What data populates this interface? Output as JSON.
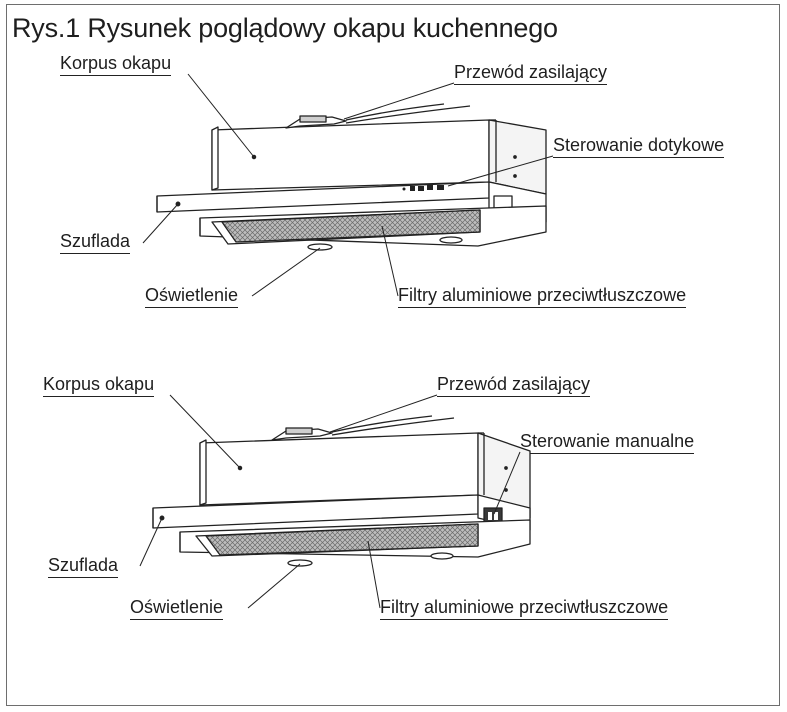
{
  "title": "Rys.1 Rysunek poglądowy okapu kuchennego",
  "diagrams": [
    {
      "labels": {
        "body": "Korpus okapu",
        "cable": "Przewód zasilający",
        "control": "Sterowanie dotykowe",
        "drawer": "Szuflada",
        "lighting": "Oświetlenie",
        "filters": "Filtry aluminiowe przeciwtłuszczowe"
      }
    },
    {
      "labels": {
        "body": "Korpus okapu",
        "cable": "Przewód zasilający",
        "control": "Sterowanie manualne",
        "drawer": "Szuflada",
        "lighting": "Oświetlenie",
        "filters": "Filtry aluminiowe przeciwtłuszczowe"
      }
    }
  ]
}
